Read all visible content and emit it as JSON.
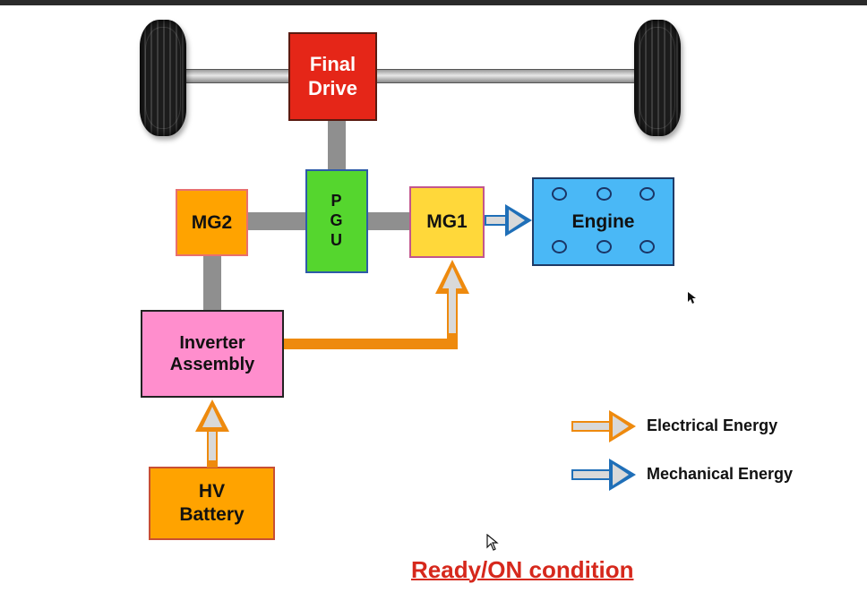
{
  "blocks": {
    "final_drive": "Final\nDrive",
    "pgu": "P\nG\nU",
    "mg2": "MG2",
    "mg1": "MG1",
    "engine": "Engine",
    "inverter": "Inverter\nAssembly",
    "hv_battery": "HV\nBattery"
  },
  "legend": {
    "electrical": "Electrical Energy",
    "mechanical": "Mechanical Energy"
  },
  "title": "Ready/ON condition",
  "colors": {
    "electrical": "#ee8a0e",
    "mechanical": "#1f6fb8",
    "shaft": "#8f8f8f",
    "title": "#d6281c"
  }
}
